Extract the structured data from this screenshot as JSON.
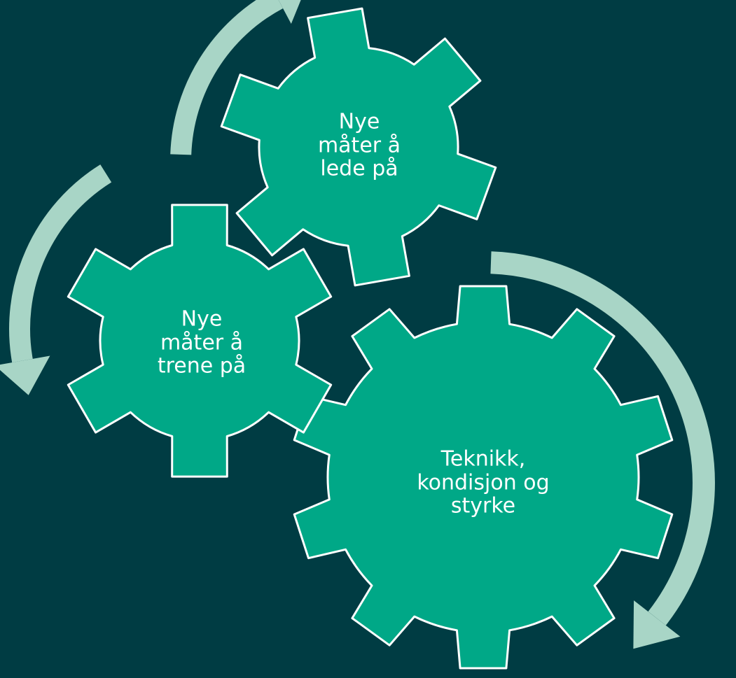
{
  "diagram": {
    "colors": {
      "background": "#003c43",
      "gear_fill": "#00a887",
      "gear_stroke": "#ffffff",
      "arrow": "#a8d5c6",
      "text": "#ffffff"
    },
    "gears": [
      {
        "id": "large",
        "label": "Teknikk,\nkondisjon og\nstyrke",
        "teeth": 10
      },
      {
        "id": "small-left",
        "label": "Nye\nmåter å\ntrene på",
        "teeth": 6
      },
      {
        "id": "small-top",
        "label": "Nye\nmåter å\nlede på",
        "teeth": 6
      }
    ],
    "arrows": [
      {
        "id": "right-arc",
        "direction": "clockwise"
      },
      {
        "id": "left-arc",
        "direction": "counter-clockwise"
      },
      {
        "id": "top-arc",
        "direction": "clockwise"
      }
    ]
  }
}
